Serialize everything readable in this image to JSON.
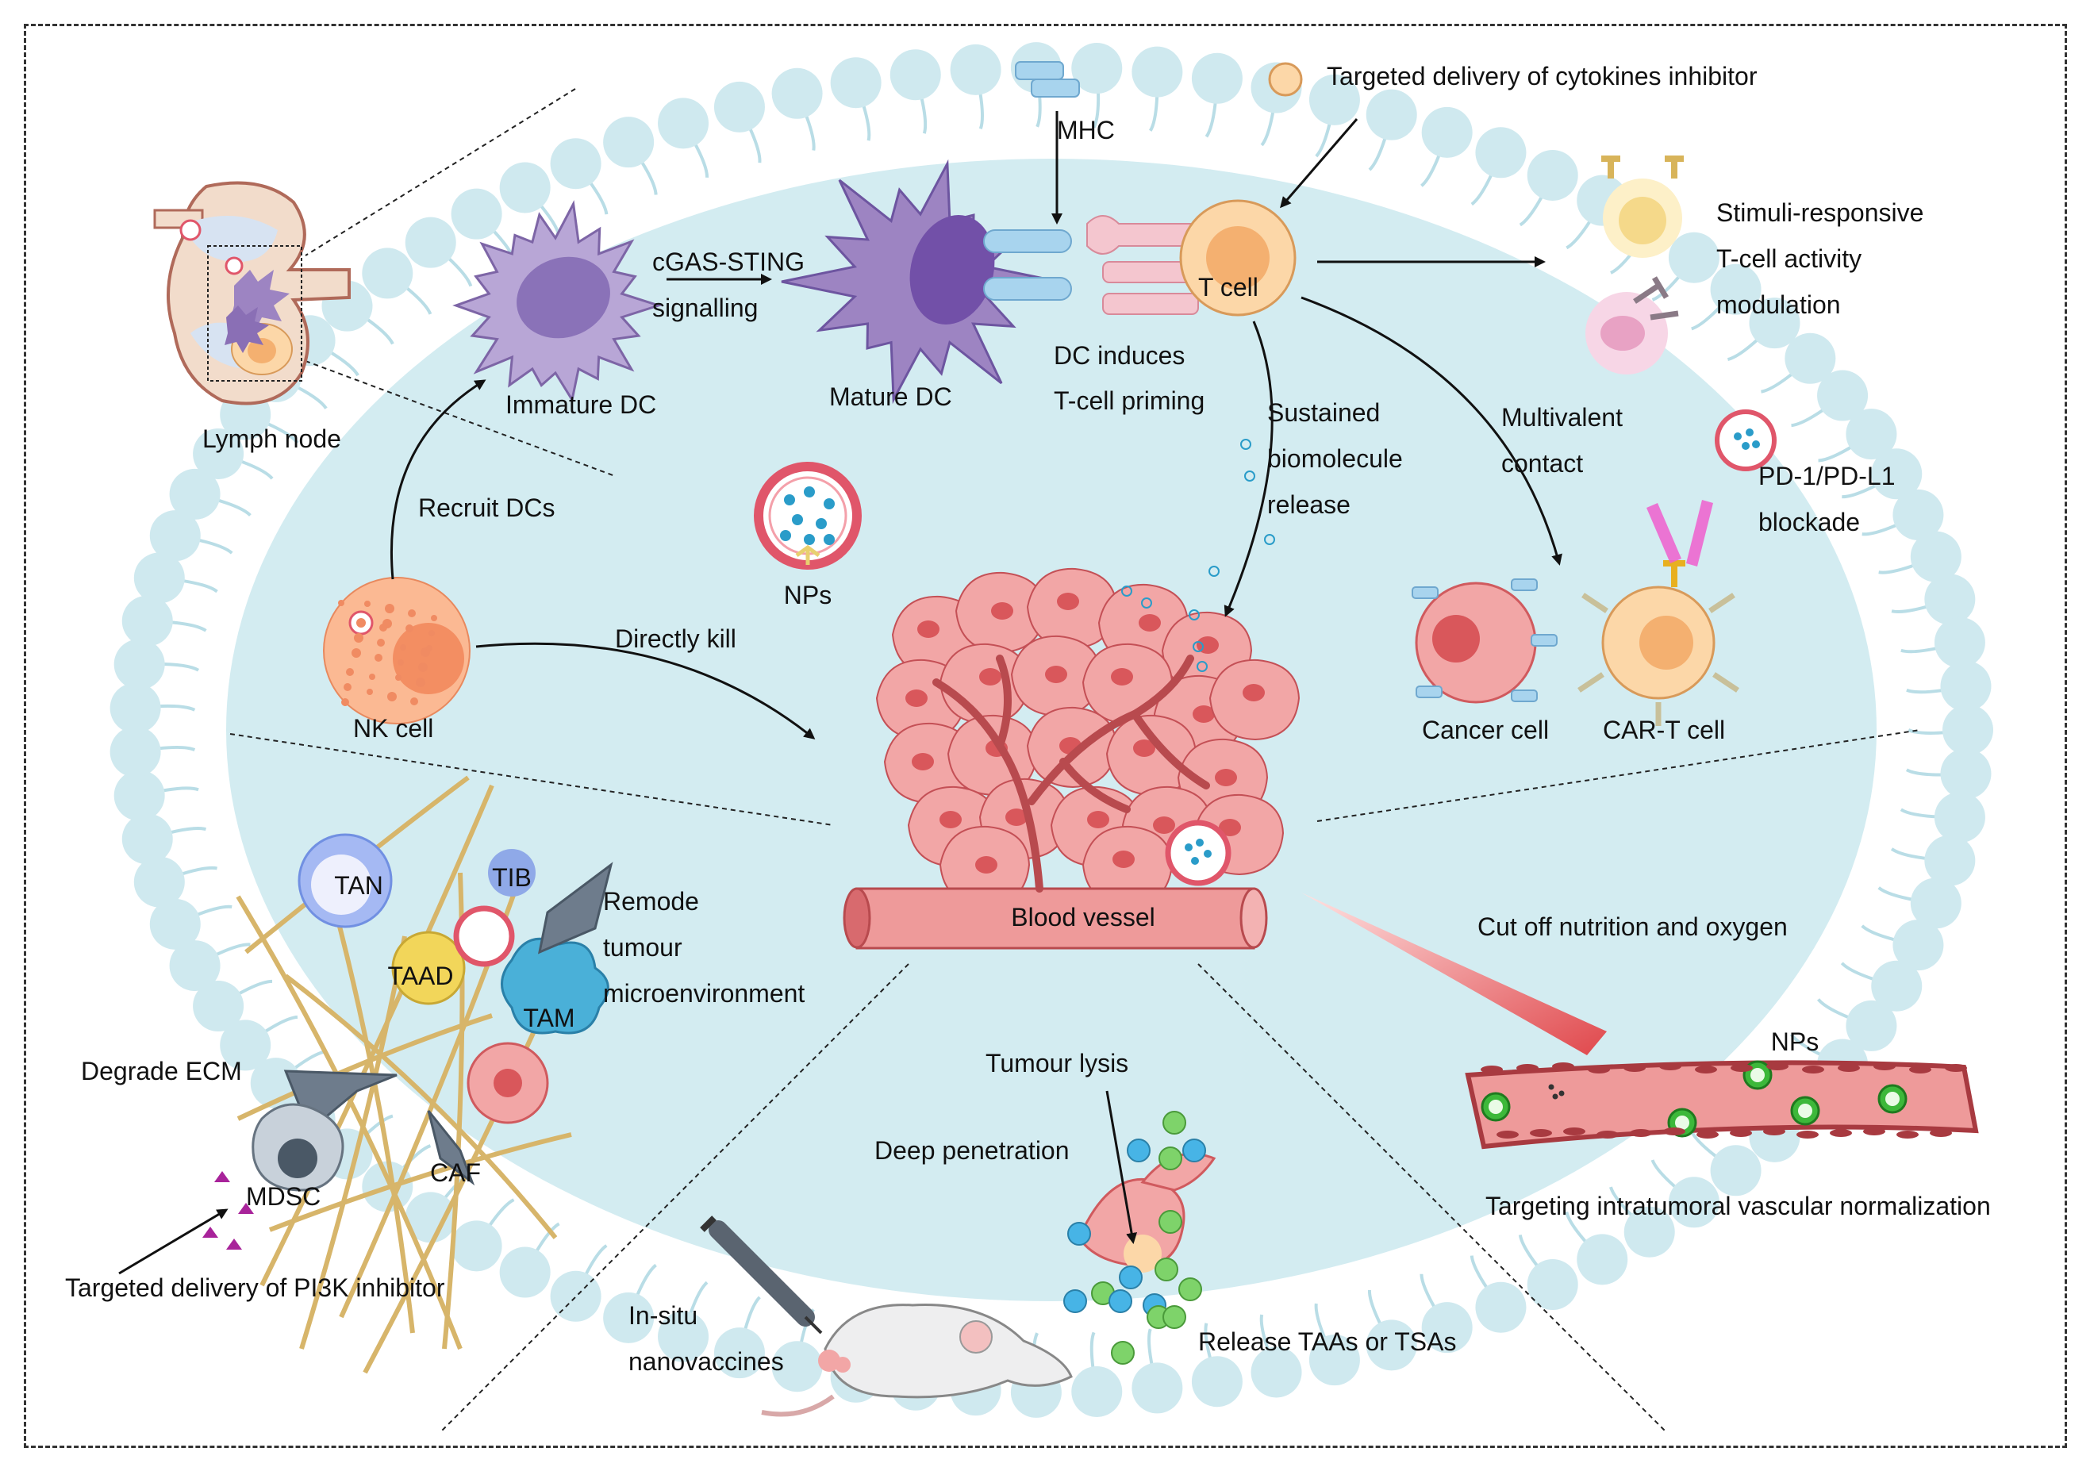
{
  "labels": {
    "targeted_cytokines": "Targeted delivery of cytokines inhibitor",
    "mhc": "MHC",
    "cgas_line1": "cGAS-STING",
    "cgas_line2": "signalling",
    "t_cell": "T cell",
    "mature_dc": "Mature DC",
    "dc_induces_line1": "DC induces",
    "dc_induces_line2": "T-cell priming",
    "immature_dc": "Immature DC",
    "lymph_node": "Lymph node",
    "stimuli_line1": "Stimuli-responsive",
    "stimuli_line2": "T-cell activity",
    "stimuli_line3": "modulation",
    "sustained_line1": "Sustained",
    "sustained_line2": "biomolecule",
    "sustained_line3": "release",
    "multivalent_line1": "Multivalent",
    "multivalent_line2": "contact",
    "pd1_line1": "PD-1/PD-L1",
    "pd1_line2": "blockade",
    "recruit_dcs": "Recruit DCs",
    "nps_center": "NPs",
    "directly_kill": "Directly kill",
    "nk_cell": "NK cell",
    "cancer_cell": "Cancer cell",
    "car_t_cell": "CAR-T cell",
    "tan": "TAN",
    "tib": "TIB",
    "taad": "TAAD",
    "tam": "TAM",
    "remodel_line1": "Remode",
    "remodel_line2": "tumour",
    "remodel_line3": "microenvironment",
    "blood_vessel": "Blood vessel",
    "cut_off": "Cut off nutrition and oxygen",
    "nps_vessel": "NPs",
    "degrade_ecm": "Degrade ECM",
    "mdsc": "MDSC",
    "caf": "CAF",
    "targeted_pi3k": "Targeted delivery of PI3K inhibitor",
    "tumour_lysis": "Tumour lysis",
    "deep_penetration": "Deep penetration",
    "in_situ_line1": "In-situ",
    "in_situ_line2": "nanovaccines",
    "release_taas": "Release TAAs or TSAs",
    "vascular_norm": "Targeting intratumoral vascular normalization"
  },
  "colors": {
    "membrane_head": "#cfe9ef",
    "membrane_tail": "#b9dde6",
    "interior": "#d3ecf1",
    "cancer": "#f2a6a6",
    "cancer_nucleus": "#d9575b",
    "vessel": "#ee9a9a",
    "dc": "#9d84c2",
    "tcell": "#fcd7a8",
    "np_shell": "#e0566a",
    "np_dot": "#2a9cc9",
    "green_ag": "#7ed36a",
    "blue_ag": "#47b4e6",
    "fiber": "#d7b56a"
  },
  "icons": [
    "lipid-bilayer",
    "dendritic-cell-icon",
    "t-cell-icon",
    "nanoparticle-icon",
    "tumour-mass-icon",
    "blood-vessel-icon",
    "mouse-icon",
    "syringe-icon",
    "lymph-node-icon",
    "receptor-icon",
    "antibody-icon"
  ]
}
